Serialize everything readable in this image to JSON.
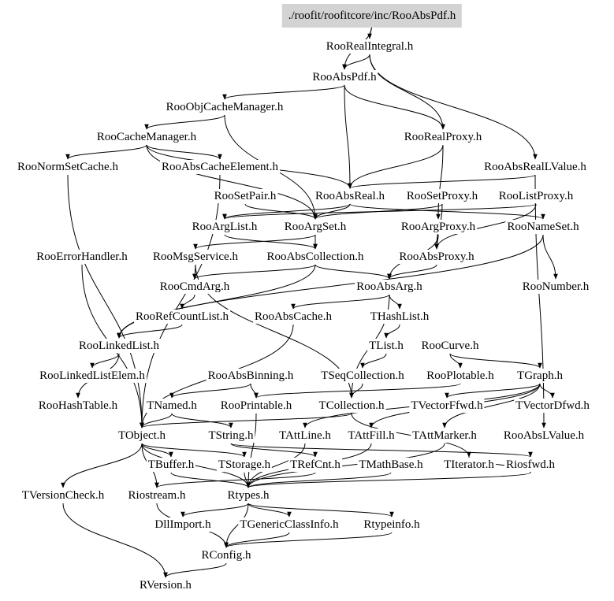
{
  "graph": {
    "root": "./roofit/roofitcore/inc/RooAbsPdf.h",
    "nodes": [
      "./roofit/roofitcore/inc/RooAbsPdf.h",
      "RooRealIntegral.h",
      "RooAbsPdf.h",
      "RooObjCacheManager.h",
      "RooCacheManager.h",
      "RooRealProxy.h",
      "RooNormSetCache.h",
      "RooAbsCacheElement.h",
      "RooAbsRealLValue.h",
      "RooSetPair.h",
      "RooAbsReal.h",
      "RooSetProxy.h",
      "RooListProxy.h",
      "RooArgList.h",
      "RooArgSet.h",
      "RooArgProxy.h",
      "RooNameSet.h",
      "RooErrorHandler.h",
      "RooMsgService.h",
      "RooAbsCollection.h",
      "RooAbsProxy.h",
      "RooCmdArg.h",
      "RooAbsArg.h",
      "RooNumber.h",
      "RooRefCountList.h",
      "RooAbsCache.h",
      "THashList.h",
      "RooLinkedList.h",
      "TList.h",
      "RooCurve.h",
      "RooLinkedListElem.h",
      "RooAbsBinning.h",
      "TSeqCollection.h",
      "RooPlotable.h",
      "TGraph.h",
      "RooHashTable.h",
      "TNamed.h",
      "RooPrintable.h",
      "TCollection.h",
      "TVectorFfwd.h",
      "TVectorDfwd.h",
      "TObject.h",
      "TString.h",
      "TAttLine.h",
      "TAttFill.h",
      "TAttMarker.h",
      "RooAbsLValue.h",
      "TBuffer.h",
      "TStorage.h",
      "TRefCnt.h",
      "TMathBase.h",
      "TIterator.h",
      "Riosfwd.h",
      "TVersionCheck.h",
      "Riostream.h",
      "Rtypes.h",
      "DllImport.h",
      "TGenericClassInfo.h",
      "Rtypeinfo.h",
      "RConfig.h",
      "RVersion.h"
    ],
    "edges": [
      [
        0,
        1
      ],
      [
        0,
        2
      ],
      [
        1,
        2
      ],
      [
        1,
        5
      ],
      [
        1,
        8
      ],
      [
        2,
        3
      ],
      [
        2,
        10
      ],
      [
        2,
        5
      ],
      [
        3,
        4
      ],
      [
        3,
        14
      ],
      [
        4,
        6
      ],
      [
        4,
        7
      ],
      [
        4,
        10
      ],
      [
        4,
        14
      ],
      [
        5,
        10
      ],
      [
        5,
        15
      ],
      [
        8,
        10
      ],
      [
        8,
        46
      ],
      [
        9,
        14
      ],
      [
        10,
        14
      ],
      [
        10,
        13
      ],
      [
        10,
        16
      ],
      [
        11,
        14
      ],
      [
        11,
        20
      ],
      [
        12,
        13
      ],
      [
        12,
        20
      ],
      [
        13,
        19
      ],
      [
        14,
        19
      ],
      [
        14,
        18
      ],
      [
        15,
        20
      ],
      [
        15,
        22
      ],
      [
        16,
        23
      ],
      [
        16,
        27
      ],
      [
        17,
        41
      ],
      [
        18,
        21
      ],
      [
        18,
        38
      ],
      [
        19,
        27
      ],
      [
        19,
        22
      ],
      [
        19,
        21
      ],
      [
        20,
        22
      ],
      [
        21,
        24
      ],
      [
        22,
        25
      ],
      [
        22,
        26
      ],
      [
        22,
        38
      ],
      [
        24,
        27
      ],
      [
        25,
        41
      ],
      [
        26,
        28
      ],
      [
        27,
        30
      ],
      [
        27,
        35
      ],
      [
        28,
        32
      ],
      [
        29,
        33
      ],
      [
        29,
        34
      ],
      [
        31,
        36
      ],
      [
        31,
        37
      ],
      [
        32,
        38
      ],
      [
        33,
        37
      ],
      [
        34,
        39
      ],
      [
        34,
        40
      ],
      [
        34,
        43
      ],
      [
        34,
        44
      ],
      [
        34,
        45
      ],
      [
        36,
        41
      ],
      [
        36,
        42
      ],
      [
        37,
        55
      ],
      [
        38,
        41
      ],
      [
        38,
        51
      ],
      [
        41,
        47
      ],
      [
        41,
        48
      ],
      [
        41,
        55
      ],
      [
        41,
        53
      ],
      [
        41,
        54
      ],
      [
        42,
        49
      ],
      [
        42,
        52
      ],
      [
        43,
        55
      ],
      [
        44,
        55
      ],
      [
        45,
        55
      ],
      [
        47,
        55
      ],
      [
        48,
        55
      ],
      [
        49,
        54
      ],
      [
        50,
        55
      ],
      [
        51,
        52
      ],
      [
        52,
        55
      ],
      [
        55,
        56
      ],
      [
        55,
        57
      ],
      [
        55,
        58
      ],
      [
        55,
        59
      ],
      [
        54,
        59
      ],
      [
        57,
        59
      ],
      [
        58,
        59
      ],
      [
        59,
        60
      ],
      [
        53,
        60
      ],
      [
        6,
        41
      ],
      [
        7,
        41
      ]
    ]
  }
}
